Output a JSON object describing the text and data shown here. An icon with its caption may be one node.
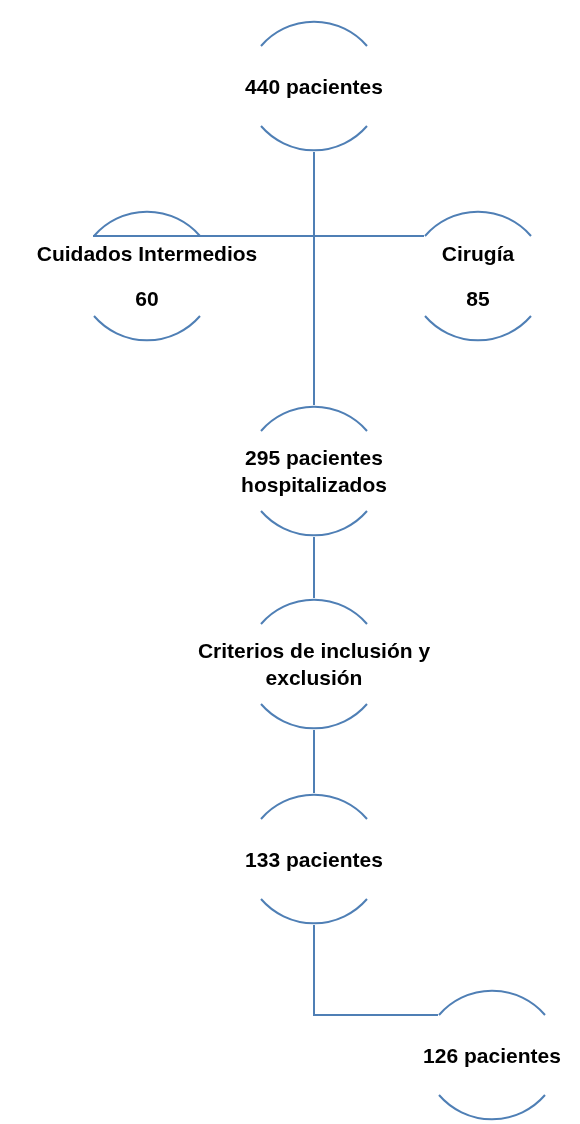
{
  "diagram": {
    "nodes": [
      {
        "text": [
          "440 pacientes"
        ]
      },
      {
        "text": [
          "Cuidados Intermedios",
          "60"
        ]
      },
      {
        "text": [
          "Cirugía",
          "85"
        ]
      },
      {
        "text": [
          "295 pacientes hospitalizados"
        ]
      },
      {
        "text": [
          "Criterios de inclusión y exclusión"
        ]
      },
      {
        "text": [
          "133 pacientes"
        ]
      },
      {
        "text": [
          "126 pacientes"
        ]
      }
    ],
    "edges": [
      {
        "from": 0,
        "to": 3,
        "arrow": "none"
      },
      {
        "from": 0,
        "to": 1,
        "arrow": "none"
      },
      {
        "from": 0,
        "to": 2,
        "arrow": "none"
      },
      {
        "from": 3,
        "to": 4,
        "arrow": "none"
      },
      {
        "from": 4,
        "to": 5,
        "arrow": "none"
      },
      {
        "from": 5,
        "to": 6,
        "arrow": "none"
      }
    ]
  }
}
